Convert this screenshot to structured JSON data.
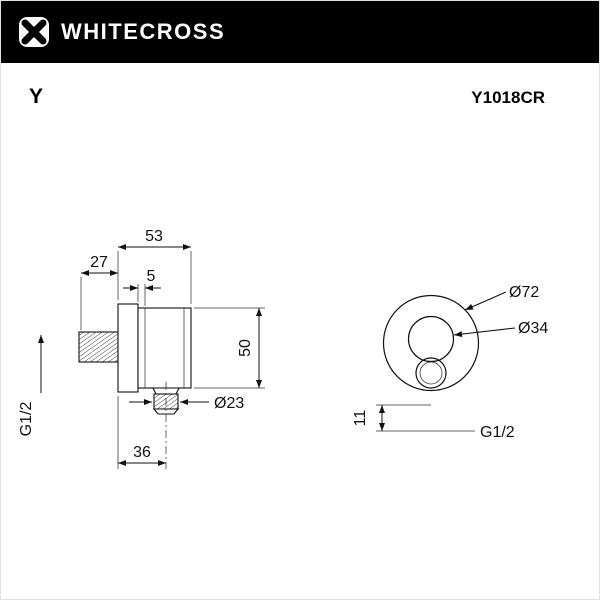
{
  "header": {
    "brand": "WHITECROSS"
  },
  "product": {
    "series": "Y",
    "model": "Y1018CR"
  },
  "side_view": {
    "dim_total_depth": "53",
    "dim_thread_length": "27",
    "dim_plate_gap": "5",
    "dim_height": "50",
    "dim_outlet_diameter": "Ø23",
    "dim_outlet_offset": "36",
    "thread_label": "G1/2"
  },
  "front_view": {
    "dim_outer_diameter": "Ø72",
    "dim_inner_diameter": "Ø34",
    "dim_outlet_drop": "11",
    "thread_label": "G1/2"
  }
}
